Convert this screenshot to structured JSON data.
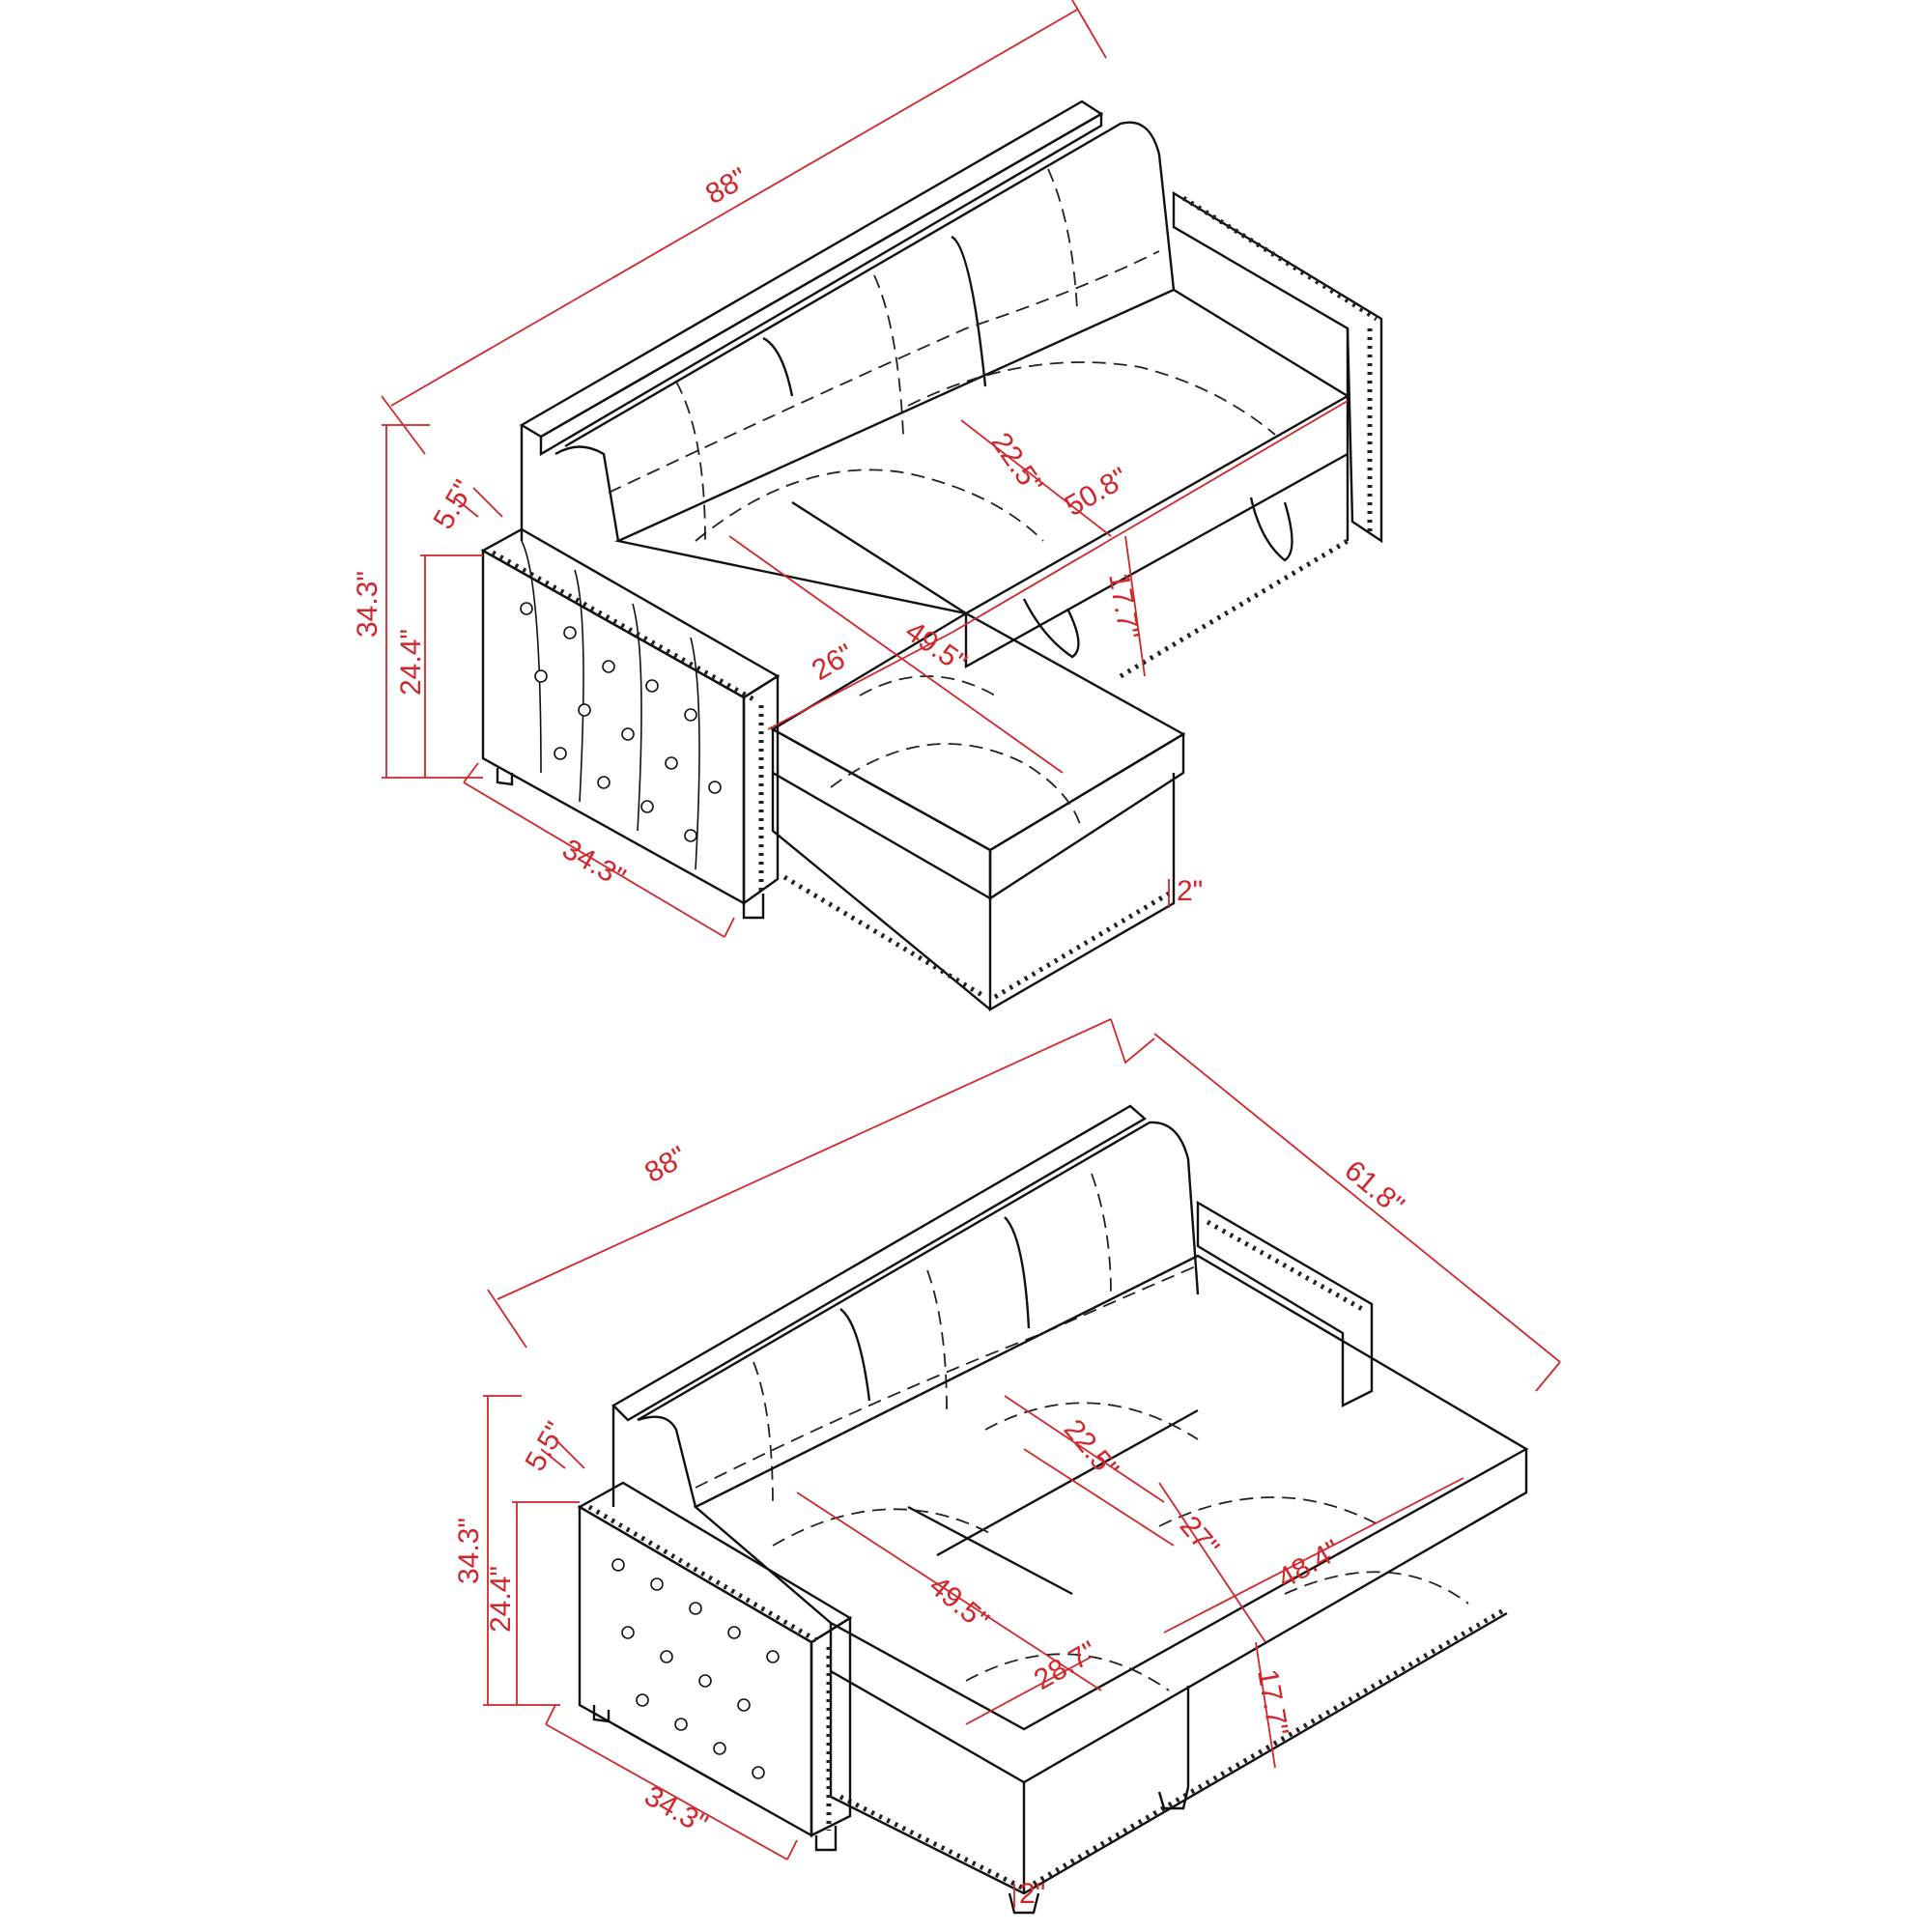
{
  "figure": {
    "title": "",
    "accent_color": "#d1262b",
    "line_color": "#111111",
    "background": "#ffffff"
  },
  "views": [
    {
      "name": "sofa-configuration",
      "dimensions": {
        "overall_width": "88\"",
        "overall_height": "34.3\"",
        "arm_height": "24.4\"",
        "arm_width": "5.5\"",
        "arm_depth": "34.3\"",
        "backrest_depth": "22.5\"",
        "seat_width": "50.8\"",
        "seat_height": "17.7\"",
        "chaise_length": "49.5\"",
        "chaise_width": "26\"",
        "leg_height": "2\""
      }
    },
    {
      "name": "sleeper-configuration",
      "dimensions": {
        "overall_width": "88\"",
        "overall_depth": "61.8\"",
        "overall_height": "34.3\"",
        "arm_height": "24.4\"",
        "arm_width": "5.5\"",
        "arm_depth": "34.3\"",
        "backrest_depth": "22.5\"",
        "bed_width": "48.4\"",
        "bed_depth": "27\"",
        "chaise_length": "49.5\"",
        "chaise_width": "28.7\"",
        "seat_height": "17.7\"",
        "leg_height": "2\""
      }
    }
  ]
}
